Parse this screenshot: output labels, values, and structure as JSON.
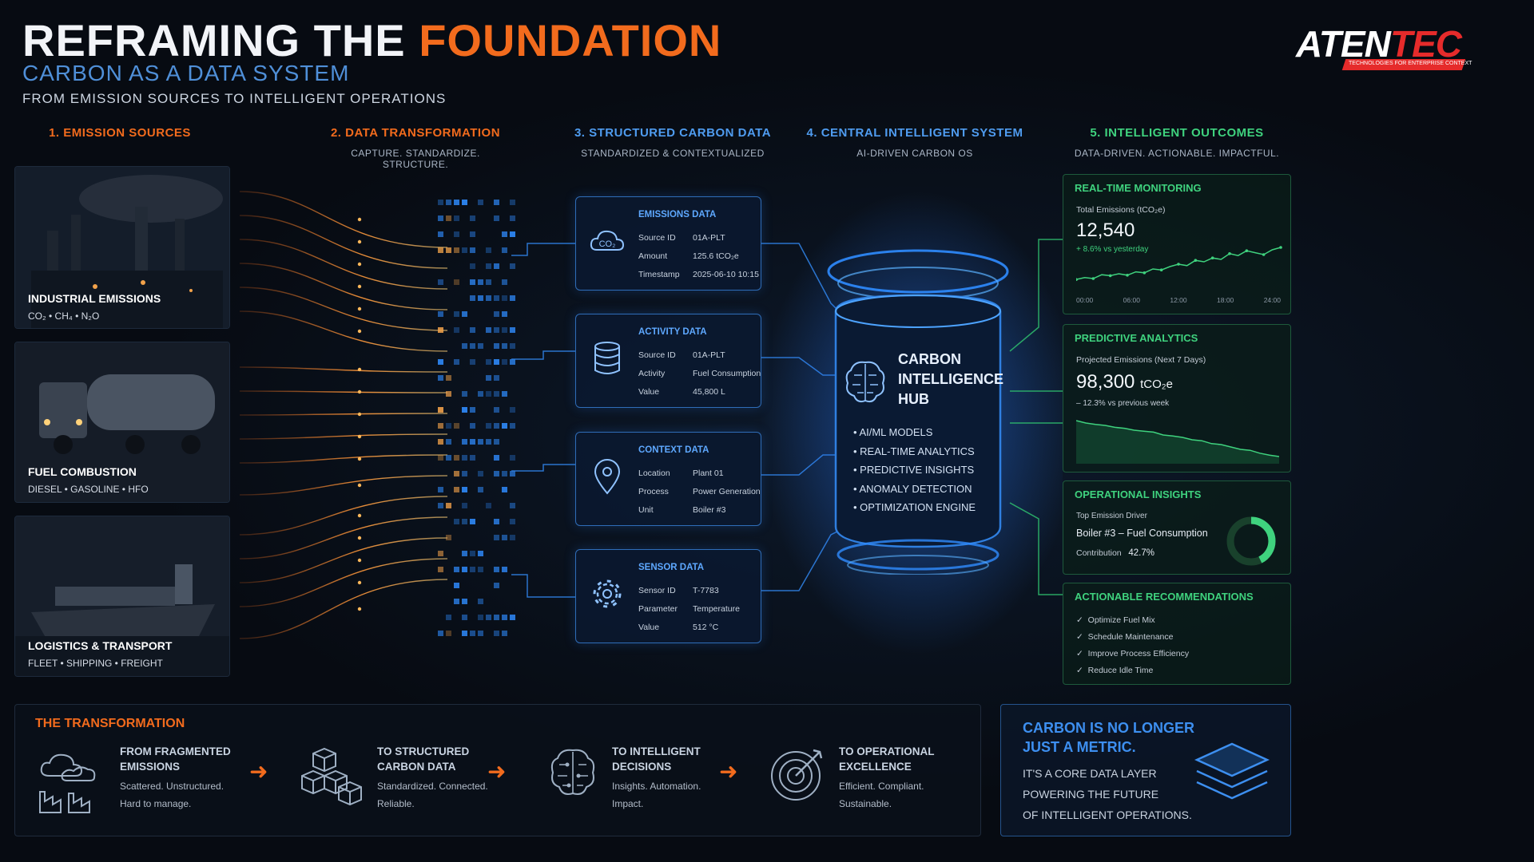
{
  "header": {
    "title_main": "REFRAMING THE ",
    "title_accent": "FOUNDATION",
    "subtitle": "CARBON AS A DATA SYSTEM",
    "tagline": "FROM EMISSION SOURCES TO INTELLIGENT OPERATIONS"
  },
  "logo": {
    "part1": "ATEN",
    "part2": "TEC",
    "tagline": "TECHNOLOGIES FOR ENTERPRISE CONTEXT"
  },
  "columns": [
    {
      "title": "1. EMISSION SOURCES",
      "subtitle": "",
      "color": "#f26b1d"
    },
    {
      "title": "2. DATA TRANSFORMATION",
      "subtitle": "CAPTURE. STANDARDIZE. STRUCTURE.",
      "color": "#f26b1d"
    },
    {
      "title": "3. STRUCTURED CARBON DATA",
      "subtitle": "STANDARDIZED & CONTEXTUALIZED",
      "color": "#4f9cf0"
    },
    {
      "title": "4. CENTRAL INTELLIGENT SYSTEM",
      "subtitle": "AI-DRIVEN CARBON OS",
      "color": "#4f9cf0"
    },
    {
      "title": "5. INTELLIGENT OUTCOMES",
      "subtitle": "DATA-DRIVEN. ACTIONABLE. IMPACTFUL.",
      "color": "#3fd27e"
    }
  ],
  "sources": [
    {
      "label": "INDUSTRIAL EMISSIONS",
      "sub": "CO₂ • CH₄ • N₂O",
      "icon": "factory-scene"
    },
    {
      "label": "FUEL COMBUSTION",
      "sub": "DIESEL • GASOLINE • HFO",
      "icon": "truck-scene"
    },
    {
      "label": "LOGISTICS & TRANSPORT",
      "sub": "FLEET • SHIPPING • FREIGHT",
      "icon": "ship-scene"
    }
  ],
  "data_cards": [
    {
      "title": "EMISSIONS DATA",
      "icon": "co2-cloud-icon",
      "glyph": "CO₂",
      "rows": [
        {
          "k": "Source ID",
          "v": "01A-PLT"
        },
        {
          "k": "Amount",
          "v": "125.6 tCO₂e"
        },
        {
          "k": "Timestamp",
          "v": "2025-06-10 10:15"
        }
      ]
    },
    {
      "title": "ACTIVITY DATA",
      "icon": "database-icon",
      "glyph": "",
      "rows": [
        {
          "k": "Source ID",
          "v": "01A-PLT"
        },
        {
          "k": "Activity",
          "v": "Fuel Consumption"
        },
        {
          "k": "Value",
          "v": "45,800 L"
        }
      ]
    },
    {
      "title": "CONTEXT DATA",
      "icon": "location-pin-icon",
      "glyph": "",
      "rows": [
        {
          "k": "Location",
          "v": "Plant 01"
        },
        {
          "k": "Process",
          "v": "Power Generation"
        },
        {
          "k": "Unit",
          "v": "Boiler #3"
        }
      ]
    },
    {
      "title": "SENSOR DATA",
      "icon": "gear-icon",
      "glyph": "",
      "rows": [
        {
          "k": "Sensor ID",
          "v": "T-7783"
        },
        {
          "k": "Parameter",
          "v": "Temperature"
        },
        {
          "k": "Value",
          "v": "512 °C"
        }
      ]
    }
  ],
  "hub": {
    "title_lines": [
      "CARBON",
      "INTELLIGENCE",
      "HUB"
    ],
    "items": [
      "• AI/ML MODELS",
      "• REAL-TIME ANALYTICS",
      "• PREDICTIVE INSIGHTS",
      "• ANOMALY DETECTION",
      "• OPTIMIZATION ENGINE"
    ]
  },
  "outcomes": {
    "monitoring": {
      "title": "REAL-TIME MONITORING",
      "label": "Total Emissions (tCO₂e)",
      "value": "12,540",
      "delta": "+ 8.6% vs yesterday",
      "ticks": [
        "00:00",
        "06:00",
        "12:00",
        "18:00",
        "24:00"
      ],
      "trend": [
        0.18,
        0.22,
        0.2,
        0.28,
        0.26,
        0.3,
        0.27,
        0.34,
        0.32,
        0.4,
        0.38,
        0.45,
        0.5,
        0.47,
        0.58,
        0.55,
        0.63,
        0.6,
        0.72,
        0.68,
        0.78,
        0.74,
        0.7,
        0.8,
        0.85
      ]
    },
    "predictive": {
      "title": "PREDICTIVE ANALYTICS",
      "label": "Projected Emissions (Next 7 Days)",
      "value": "98,300",
      "unit": "tCO₂e",
      "delta": "– 12.3% vs previous week",
      "trend": [
        0.9,
        0.85,
        0.82,
        0.8,
        0.76,
        0.74,
        0.7,
        0.68,
        0.66,
        0.6,
        0.58,
        0.55,
        0.5,
        0.48,
        0.42,
        0.4,
        0.35,
        0.3,
        0.28,
        0.22,
        0.18,
        0.15
      ]
    },
    "insights": {
      "title": "OPERATIONAL INSIGHTS",
      "label": "Top Emission Driver",
      "driver": "Boiler #3 – Fuel Consumption",
      "contrib_label": "Contribution",
      "contrib_value": "42.7%",
      "fraction": 0.427
    },
    "recommendations": {
      "title": "ACTIONABLE RECOMMENDATIONS",
      "items": [
        "Optimize Fuel Mix",
        "Schedule Maintenance",
        "Improve Process Efficiency",
        "Reduce Idle Time"
      ]
    }
  },
  "transformation": {
    "title": "THE TRANSFORMATION",
    "steps": [
      {
        "head1": "FROM FRAGMENTED",
        "head2": "EMISSIONS",
        "sub1": "Scattered. Unstructured.",
        "sub2": "Hard to manage.",
        "icon": "cloud-factory-icon"
      },
      {
        "head1": "TO STRUCTURED",
        "head2": "CARBON DATA",
        "sub1": "Standardized. Connected.",
        "sub2": "Reliable.",
        "icon": "cubes-icon"
      },
      {
        "head1": "TO INTELLIGENT",
        "head2": "DECISIONS",
        "sub1": "Insights. Automation.",
        "sub2": "Impact.",
        "icon": "brain-icon"
      },
      {
        "head1": "TO OPERATIONAL",
        "head2": "EXCELLENCE",
        "sub1": "Efficient. Compliant.",
        "sub2": "Sustainable.",
        "icon": "target-icon"
      }
    ]
  },
  "callout": {
    "head1": "CARBON IS NO LONGER",
    "head2": "JUST A METRIC.",
    "body1": "IT'S A CORE DATA LAYER",
    "body2": "POWERING THE FUTURE",
    "body3": "OF INTELLIGENT OPERATIONS."
  },
  "colors": {
    "orange": "#f26b1d",
    "blue": "#4f9cf0",
    "green": "#3fd27e"
  }
}
